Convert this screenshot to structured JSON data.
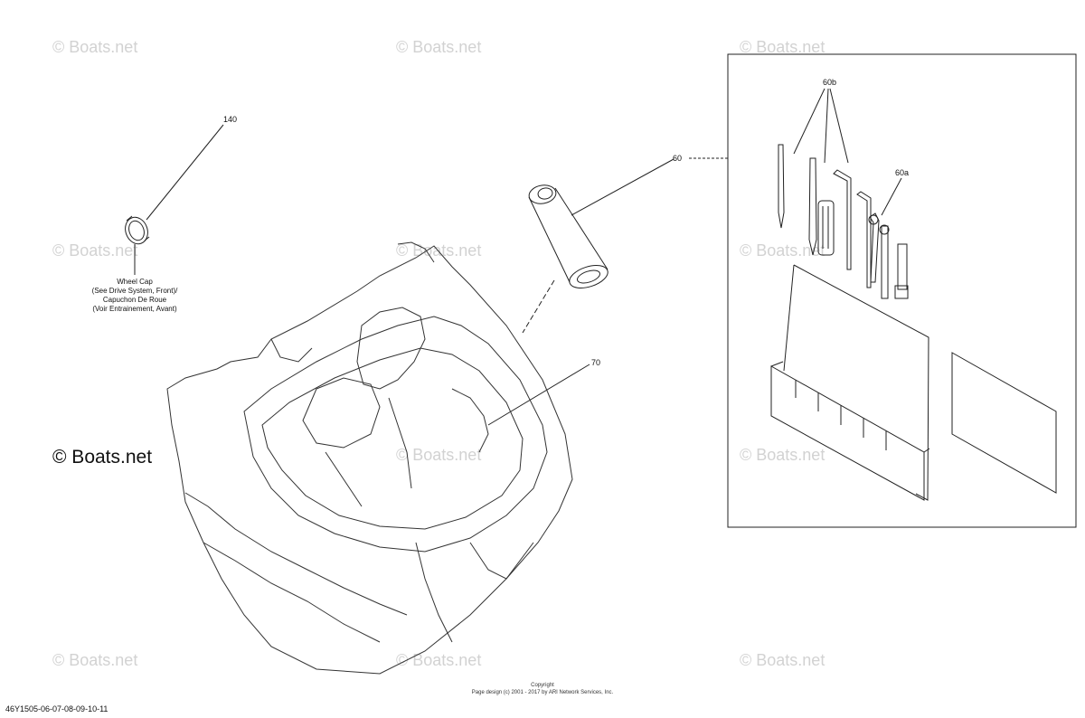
{
  "watermark": "© Boats.net",
  "callouts": {
    "c140": "140",
    "c60": "60",
    "c60a": "60a",
    "c60b": "60b",
    "c70": "70"
  },
  "wheel_cap_note": {
    "line1": "Wheel Cap",
    "line2": "(See Drive System, Front)/",
    "line3": "Capuchon De Roue",
    "line4": "(Voir Entrainement, Avant)"
  },
  "copyright": {
    "line1": "Copyright",
    "line2": "Page design (c) 2001 - 2017 by ARI Network Services, Inc."
  },
  "diagram_code": "46Y1505-06-07-08-09-10-11"
}
